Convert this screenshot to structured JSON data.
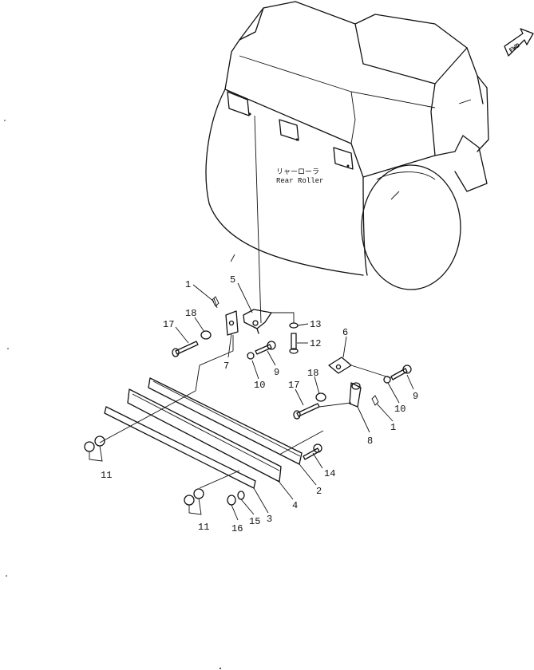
{
  "diagram": {
    "caption_jp": "リャーローラ",
    "caption_en": "Rear  Roller",
    "fwd_label": "FWD",
    "stray_mark": "/",
    "callouts": {
      "c1a": "1",
      "c1b": "1",
      "c2": "2",
      "c3": "3",
      "c4": "4",
      "c5": "5",
      "c6": "6",
      "c7": "7",
      "c8": "8",
      "c9a": "9",
      "c9b": "9",
      "c10a": "10",
      "c10b": "10",
      "c11a": "11",
      "c11b": "11",
      "c12": "12",
      "c13": "13",
      "c14": "14",
      "c15": "15",
      "c16": "16",
      "c17a": "17",
      "c17b": "17",
      "c18a": "18",
      "c18b": "18"
    }
  }
}
